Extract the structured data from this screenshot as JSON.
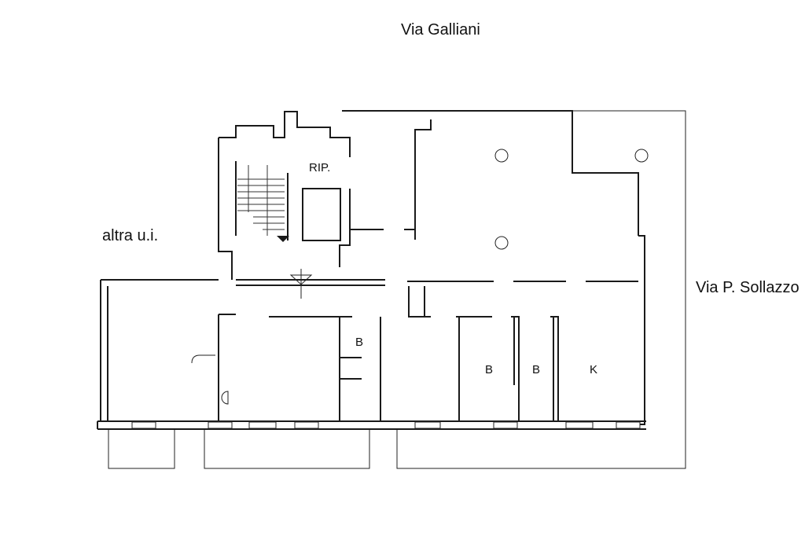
{
  "streets": {
    "north": "Via Galliani",
    "east": "Via P. Sollazzo",
    "west": "altra u.i."
  },
  "rooms": {
    "landing": "RIP.",
    "bath_1": "B",
    "bath_2": "B",
    "bath_3": "B",
    "kitchen": "K"
  },
  "icons": {
    "stair_arrow": "arrow-down-icon",
    "entrance": "triangle-icon",
    "ceiling_light": "circle-icon"
  }
}
